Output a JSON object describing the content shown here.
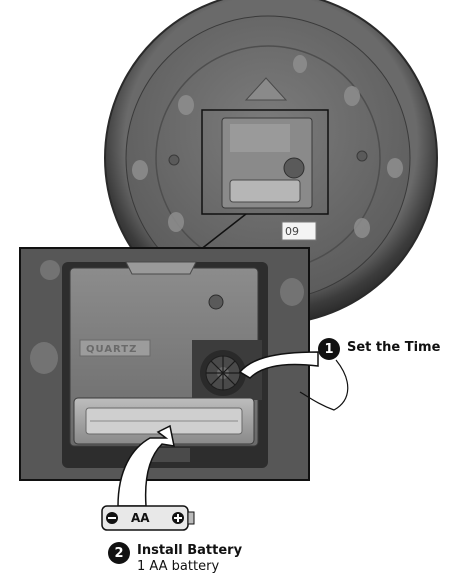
{
  "image": {
    "alt": "Clock back: set the time and install battery instructions"
  },
  "steps": [
    {
      "number": "1",
      "title": "Set the Time",
      "icon": "step-number-badge"
    },
    {
      "number": "2",
      "title": "Install Battery",
      "subtitle": "1 AA battery",
      "icon": "step-number-badge"
    }
  ],
  "battery": {
    "label": "AA",
    "icon": "aa-battery-icon"
  },
  "movement": {
    "brand_text": "QUARTZ",
    "serial_fragment": "09"
  },
  "colors": {
    "clock_rim": "#4a4a4a",
    "clock_face": "#6e6e6e",
    "movement_body": "#7a7a7a",
    "battery_fill": "#e8e8e8",
    "badge": "#111111"
  }
}
